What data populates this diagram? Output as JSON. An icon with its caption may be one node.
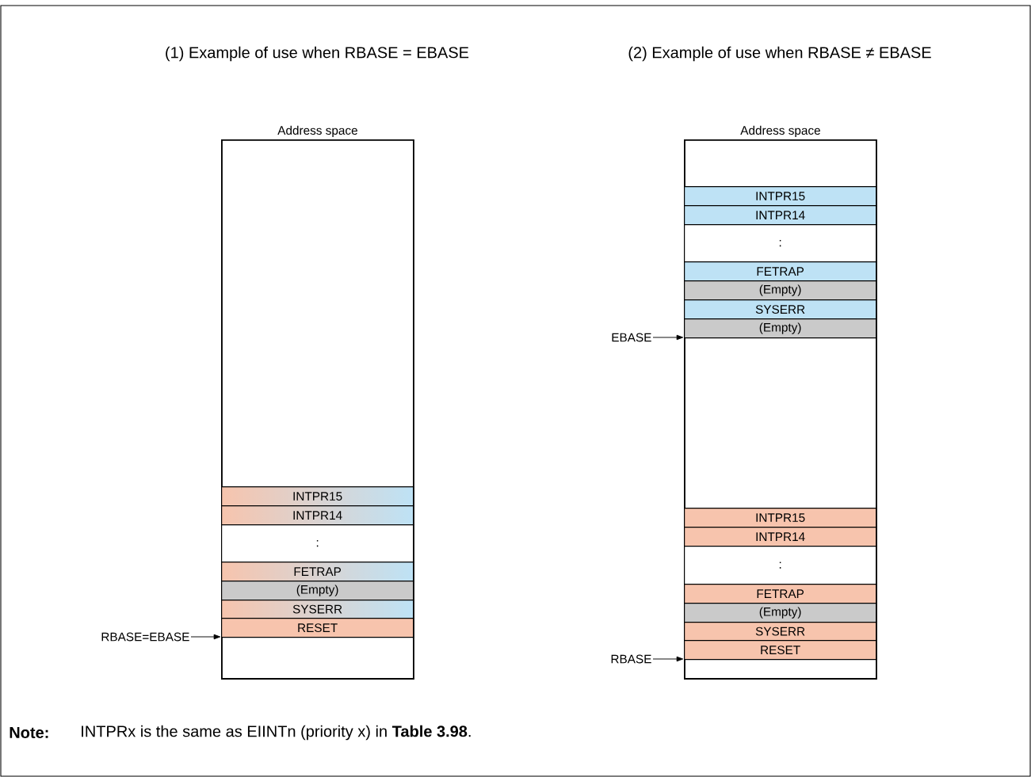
{
  "diagram": {
    "nodes": [
      {
        "text": [
          "Address space"
        ]
      },
      {
        "text": [
          "INTPR15"
        ],
        "in": 0
      },
      {
        "text": [
          "INTPR14"
        ],
        "in": 0
      },
      {
        "text": [
          ":"
        ],
        "in": 0
      },
      {
        "text": [
          "FETRAP"
        ],
        "in": 0
      },
      {
        "text": [
          "(Empty)"
        ],
        "in": 0
      },
      {
        "text": [
          "SYSERR"
        ],
        "in": 0
      },
      {
        "text": [
          "RESET"
        ],
        "in": 0
      },
      {
        "text": [
          "RBASE=EBASE"
        ]
      },
      {
        "text": [
          "Address space"
        ]
      },
      {
        "text": [
          "INTPR15"
        ],
        "in": 9
      },
      {
        "text": [
          "INTPR14"
        ],
        "in": 9
      },
      {
        "text": [
          ":"
        ],
        "in": 9
      },
      {
        "text": [
          "FETRAP"
        ],
        "in": 9
      },
      {
        "text": [
          "(Empty)"
        ],
        "in": 9
      },
      {
        "text": [
          "SYSERR"
        ],
        "in": 9
      },
      {
        "text": [
          "(Empty)"
        ],
        "in": 9
      },
      {
        "text": [
          "INTPR15"
        ],
        "in": 9
      },
      {
        "text": [
          "INTPR14"
        ],
        "in": 9
      },
      {
        "text": [
          ":"
        ],
        "in": 9
      },
      {
        "text": [
          "FETRAP"
        ],
        "in": 9
      },
      {
        "text": [
          "(Empty)"
        ],
        "in": 9
      },
      {
        "text": [
          "SYSERR"
        ],
        "in": 9
      },
      {
        "text": [
          "RESET"
        ],
        "in": 9
      },
      {
        "text": [
          "EBASE"
        ]
      },
      {
        "text": [
          "RBASE"
        ]
      }
    ],
    "edges": [
      {
        "from": 8,
        "to": 0,
        "arrow": "to"
      },
      {
        "from": 24,
        "to": 9,
        "arrow": "to"
      },
      {
        "from": 25,
        "to": 9,
        "arrow": "to"
      }
    ],
    "labels": [
      "(1) Example of use when RBASE = EBASE",
      "(2) Example of use when RBASE ≠ EBASE",
      "Note:",
      "INTPRx is the same as EIINTn (priority x) in **Table 3.98**."
    ]
  }
}
